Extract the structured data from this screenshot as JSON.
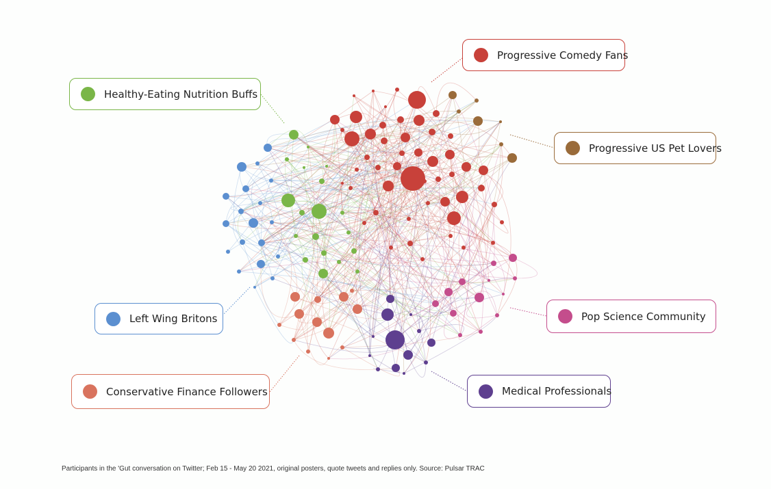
{
  "clusters": [
    {
      "id": "comedy",
      "label": "Progressive Comedy Fans",
      "color": "#c8413a"
    },
    {
      "id": "pets",
      "label": "Progressive US Pet Lovers",
      "color": "#9a6b3a"
    },
    {
      "id": "nutrition",
      "label": "Healthy-Eating Nutrition Buffs",
      "color": "#7ab648"
    },
    {
      "id": "britons",
      "label": "Left Wing Britons",
      "color": "#5b8fd0"
    },
    {
      "id": "finance",
      "label": "Conservative Finance Followers",
      "color": "#d9735e"
    },
    {
      "id": "popsci",
      "label": "Pop Science Community",
      "color": "#c44d8c"
    },
    {
      "id": "medical",
      "label": "Medical Professionals",
      "color": "#5e3f8f"
    }
  ],
  "footer": "Participants in the 'Gut conversation on Twitter; Feb 15 - May 20 2021, original posters, quote tweets and replies only. Source: Pulsar TRAC"
}
